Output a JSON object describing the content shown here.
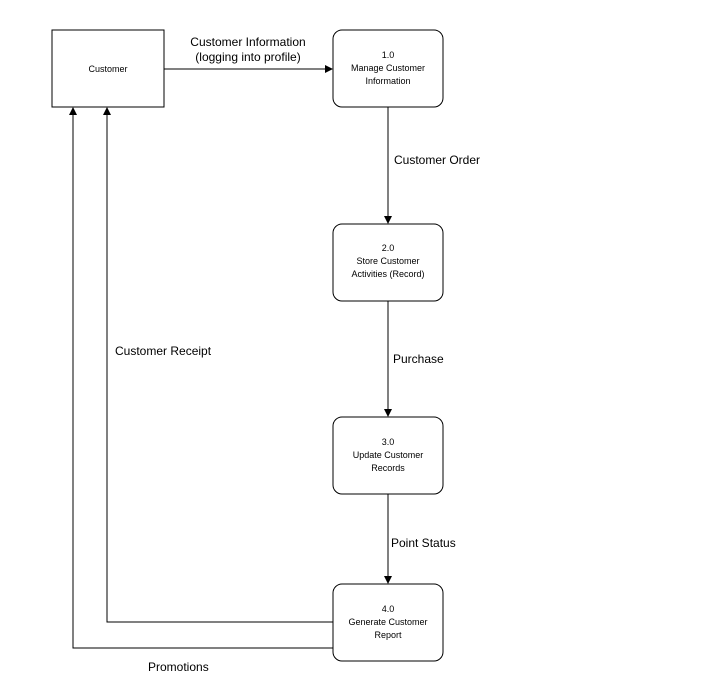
{
  "entities": {
    "customer": {
      "label": "Customer"
    }
  },
  "processes": {
    "p1": {
      "number": "1.0",
      "line1": "Manage Customer",
      "line2": "Information"
    },
    "p2": {
      "number": "2.0",
      "line1": "Store Customer",
      "line2": "Activities (Record)"
    },
    "p3": {
      "number": "3.0",
      "line1": "Update Customer",
      "line2": "Records"
    },
    "p4": {
      "number": "4.0",
      "line1": "Generate Customer",
      "line2": "Report"
    }
  },
  "flows": {
    "customer_info": {
      "line1": "Customer Information",
      "line2": "(logging into profile)"
    },
    "customer_order": {
      "label": "Customer Order"
    },
    "purchase": {
      "label": "Purchase"
    },
    "point_status": {
      "label": "Point Status"
    },
    "customer_receipt": {
      "label": "Customer Receipt"
    },
    "promotions": {
      "label": "Promotions"
    }
  }
}
